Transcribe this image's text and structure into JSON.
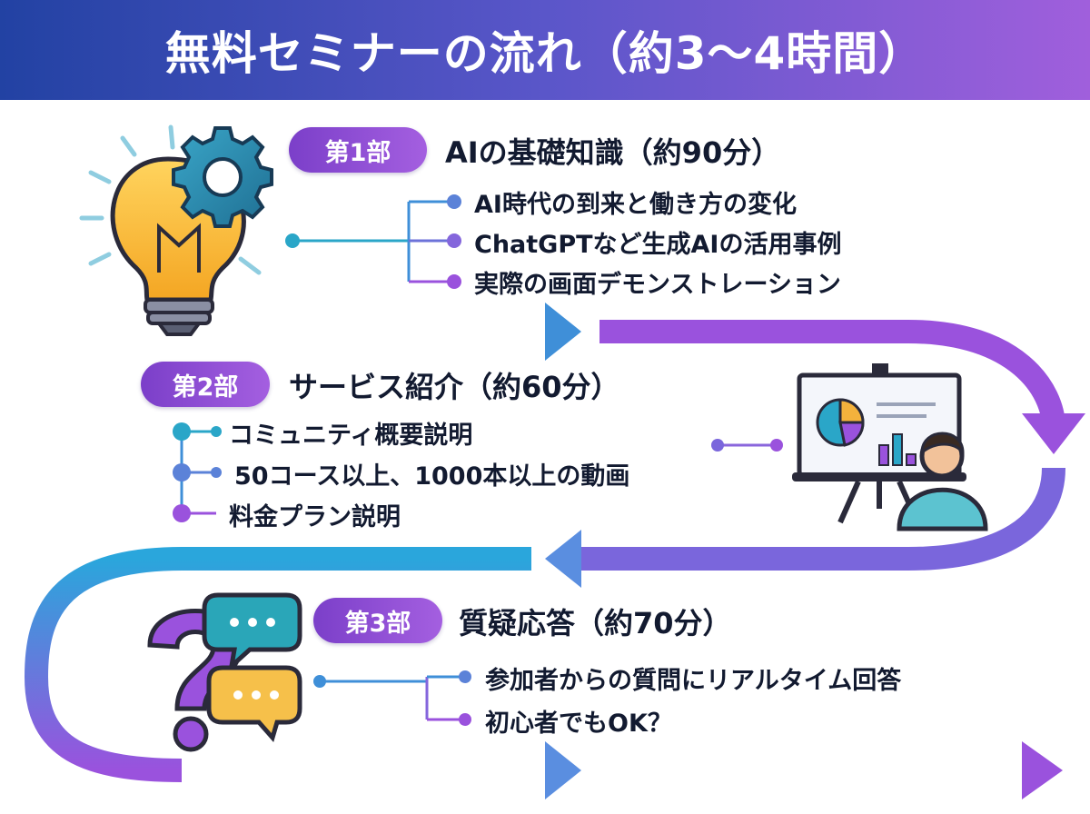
{
  "header": {
    "title": "無料セミナーの流れ（約3〜4時間）"
  },
  "sections": [
    {
      "badge": "第1部",
      "title": "AIの基礎知識（約90分）",
      "items": [
        "AI時代の到来と働き方の変化",
        "ChatGPTなど生成AIの活用事例",
        "実際の画面デモンストレーション"
      ],
      "icon": "lightbulb-gear-icon"
    },
    {
      "badge": "第2部",
      "title": "サービス紹介（約60分）",
      "items": [
        "コミュニティ概要説明",
        "50コース以上、1000本以上の動画",
        "料金プラン説明"
      ],
      "icon": "presentation-board-icon"
    },
    {
      "badge": "第3部",
      "title": "質疑応答（約70分）",
      "items": [
        "参加者からの質問にリアルタイム回答",
        "初心者でもOK？"
      ],
      "icon": "question-chat-icon"
    }
  ],
  "colors": {
    "accent_blue": "#2fa6d8",
    "accent_purple": "#9a52dd",
    "header_start": "#2242a3",
    "header_end": "#a05fdc"
  }
}
